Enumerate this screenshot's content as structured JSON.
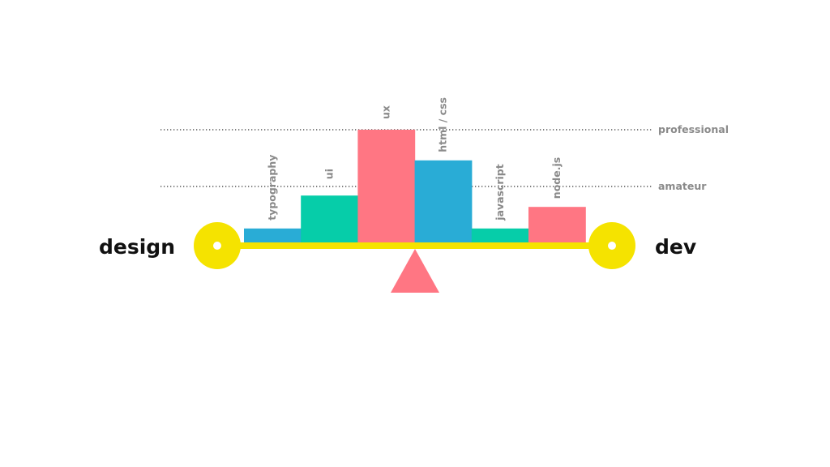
{
  "chart_data": {
    "type": "bar",
    "categories": [
      "typography",
      "ui",
      "ux",
      "html / css",
      "javascript",
      "node.js"
    ],
    "values": [
      0.13,
      0.42,
      1.0,
      0.73,
      0.13,
      0.32
    ],
    "ylim": [
      0,
      1
    ],
    "levels": [
      {
        "name": "amateur",
        "value": 0.5
      },
      {
        "name": "professional",
        "value": 1.0
      }
    ],
    "bar_colors": [
      "#29acd6",
      "#06cda9",
      "#ff7683",
      "#29acd6",
      "#06cda9",
      "#ff7683"
    ],
    "left_label": "design",
    "right_label": "dev",
    "grid": false,
    "legend": "none"
  },
  "colors": {
    "beam": "#f5e300",
    "fulcrum": "#ff7683",
    "level_line": "#333333",
    "label_text": "#8a8a8a",
    "side_text": "#111111"
  }
}
